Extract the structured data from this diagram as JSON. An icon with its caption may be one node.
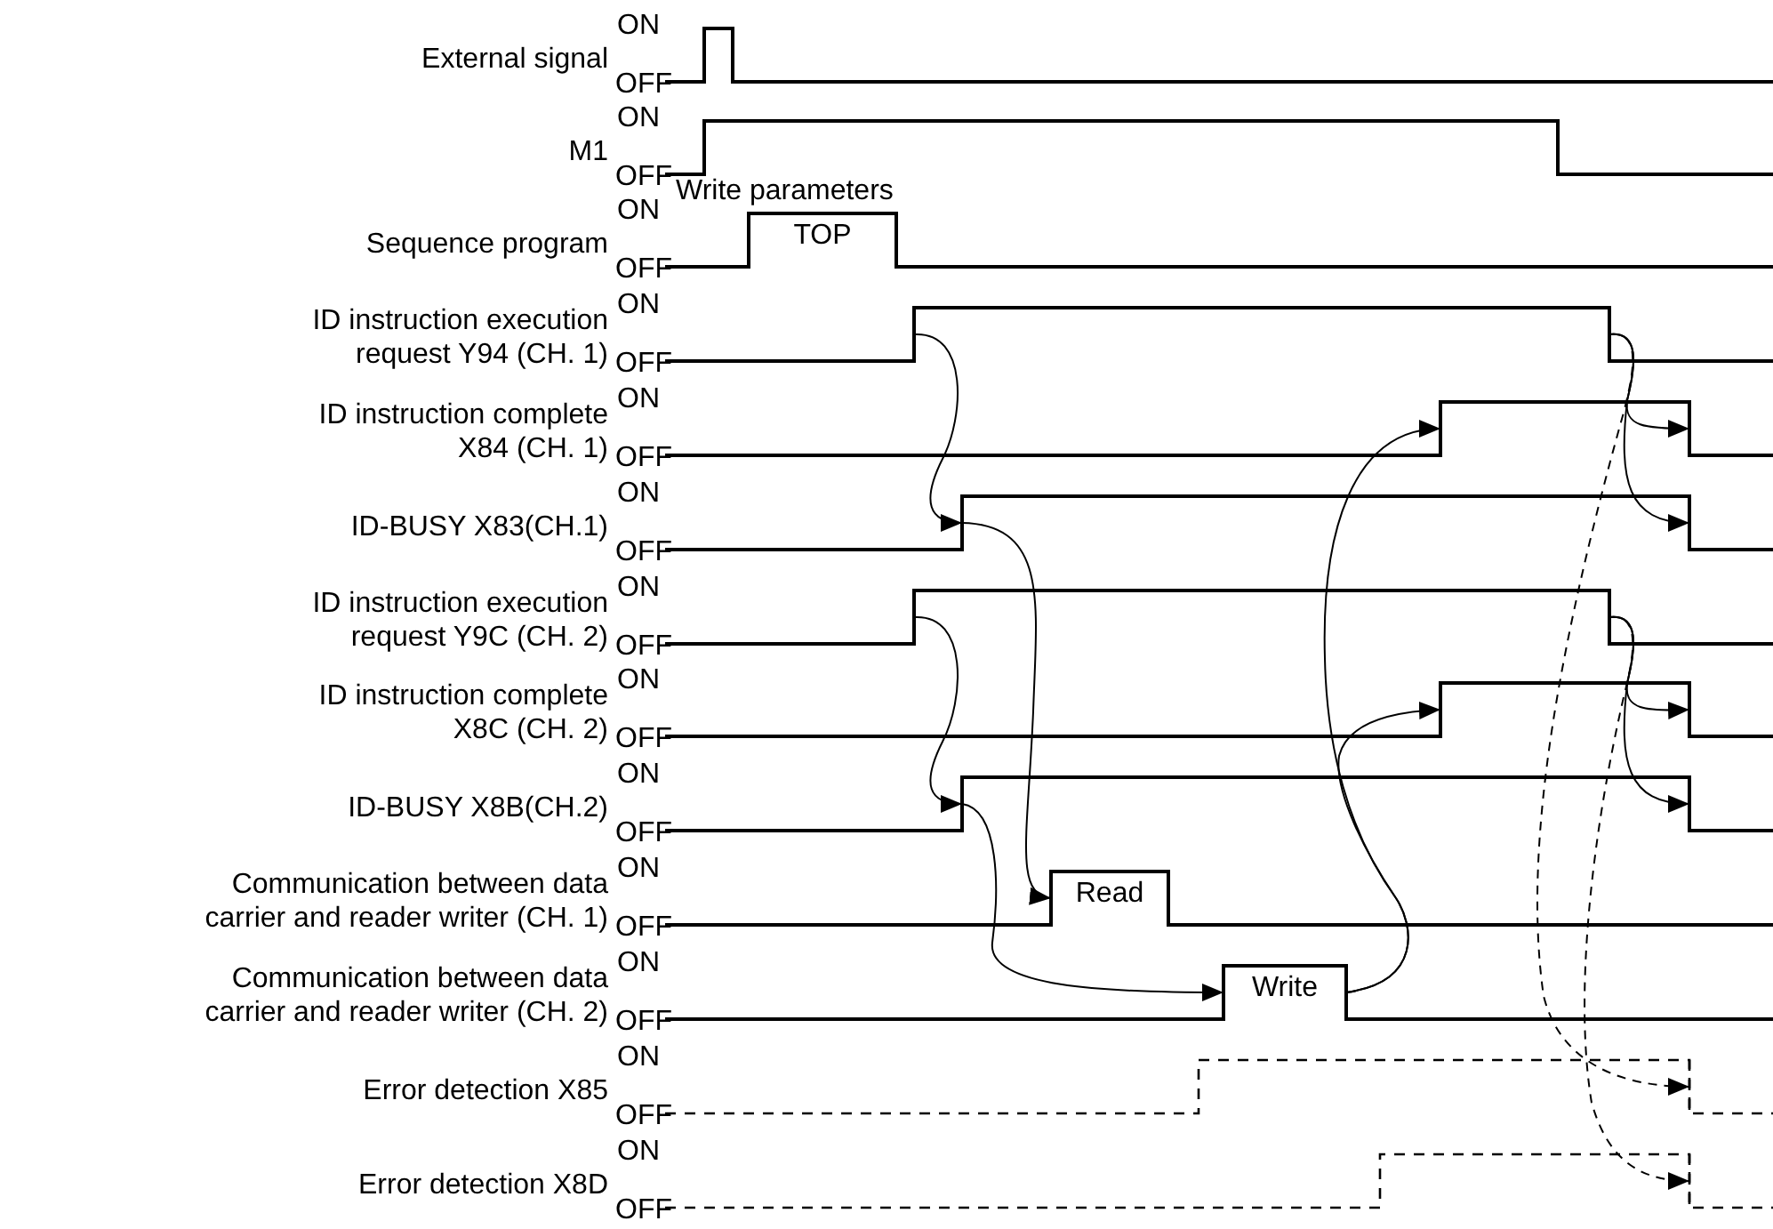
{
  "diagram": {
    "nodes": [
      {
        "text": [
          "TOP"
        ],
        "beside": [
          "Write parameters"
        ]
      },
      {
        "text": [],
        "shape": "step"
      },
      {
        "text": [],
        "shape": "step"
      },
      {
        "text": [],
        "shape": "step"
      },
      {
        "text": [],
        "shape": "step"
      },
      {
        "text": [],
        "shape": "step"
      },
      {
        "text": [],
        "shape": "step"
      },
      {
        "text": [],
        "shape": "step"
      },
      {
        "text": [],
        "shape": "step"
      },
      {
        "text": [],
        "shape": "step"
      },
      {
        "text": [],
        "shape": "step"
      },
      {
        "text": [],
        "shape": "step"
      },
      {
        "text": [],
        "shape": "step"
      },
      {
        "text": [
          "Read"
        ]
      },
      {
        "text": [
          "Write"
        ]
      },
      {
        "text": [],
        "shape": "step"
      },
      {
        "text": [],
        "shape": "step"
      }
    ],
    "edges": [
      {
        "from": 1,
        "to": 5,
        "arrow": "to"
      },
      {
        "from": 5,
        "to": 13,
        "arrow": "to"
      },
      {
        "from": 7,
        "to": 11,
        "arrow": "to"
      },
      {
        "from": 11,
        "to": 14,
        "arrow": "to"
      },
      {
        "from": 14,
        "to": 3,
        "arrow": "to"
      },
      {
        "from": 14,
        "to": 9,
        "arrow": "to"
      },
      {
        "from": 2,
        "to": 4,
        "arrow": "to"
      },
      {
        "from": 2,
        "to": 6,
        "arrow": "to"
      },
      {
        "from": 8,
        "to": 10,
        "arrow": "to"
      },
      {
        "from": 8,
        "to": 12,
        "arrow": "to"
      },
      {
        "from": 2,
        "to": 15,
        "arrow": "to",
        "style": "dashed"
      },
      {
        "from": 8,
        "to": 16,
        "arrow": "to",
        "style": "dashed"
      }
    ],
    "labels": [
      "External signal",
      "ON",
      "OFF",
      "M1",
      "ON",
      "OFF",
      "Sequence program",
      "ON",
      "OFF",
      "ID instruction execution request Y94 (CH. 1)",
      "ON",
      "OFF",
      "ID instruction complete X84 (CH. 1)",
      "ON",
      "OFF",
      "ID-BUSY X83(CH.1)",
      "ON",
      "OFF",
      "ID instruction execution request Y9C (CH. 2)",
      "ON",
      "OFF",
      "ID instruction complete X8C (CH. 2)",
      "ON",
      "OFF",
      "ID-BUSY X8B(CH.2)",
      "ON",
      "OFF",
      "Communication between data carrier and reader writer (CH. 1)",
      "ON",
      "OFF",
      "Communication between data carrier and reader writer (CH. 2)",
      "ON",
      "OFF",
      "Error detection X85",
      "ON",
      "OFF",
      "Error detection X8D",
      "ON",
      "OFF"
    ]
  }
}
